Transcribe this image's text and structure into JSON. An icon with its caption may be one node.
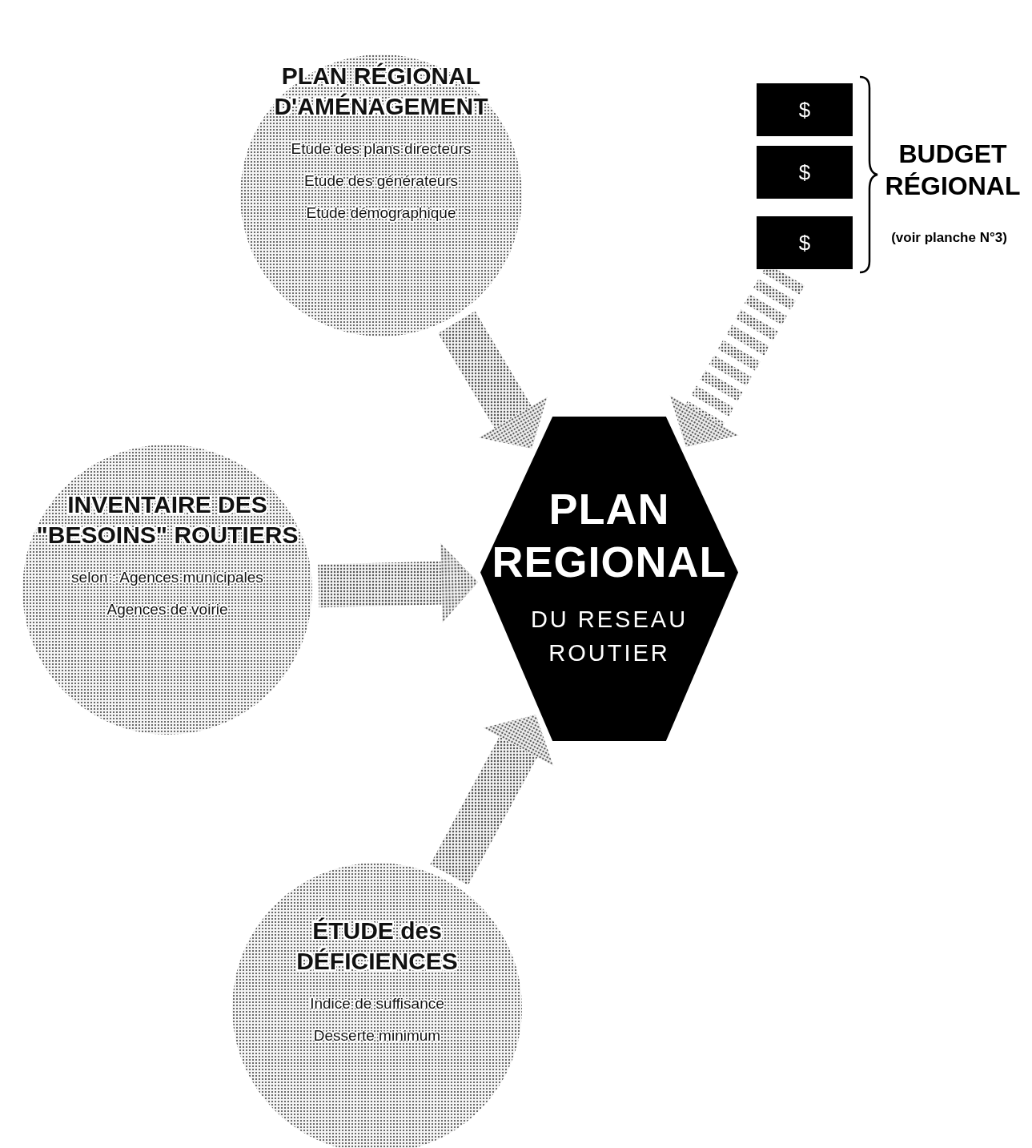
{
  "diagram": {
    "nodes": [
      {
        "text": [
          "PLAN RÉGIONAL D'AMÉNAGEMENT",
          "Etude des plans directeurs",
          "Etude des générateurs",
          "Etude démographique"
        ]
      },
      {
        "text": [
          "$"
        ]
      },
      {
        "text": [
          "$"
        ]
      },
      {
        "text": [
          "$"
        ]
      },
      {
        "text": [
          "PLAN REGIONAL",
          "DU RESEAU ROUTIER"
        ]
      },
      {
        "text": [
          "INVENTAIRE DES \"BESOINS\" ROUTIERS",
          "selon : Agences municipales",
          "Agences de voirie"
        ]
      },
      {
        "text": [
          "ÉTUDE des DÉFICIENCES",
          "Indice de suffisance",
          "Desserte minimum"
        ]
      }
    ],
    "edges": [
      {
        "from": 0,
        "to": 4,
        "arrow": "to"
      },
      {
        "from": 3,
        "to": 4,
        "arrow": "to",
        "style": "dashed"
      },
      {
        "from": 5,
        "to": 4,
        "arrow": "to"
      },
      {
        "from": 6,
        "to": 4,
        "arrow": "to"
      }
    ],
    "labels": [
      "BUDGET RÉGIONAL",
      "(voir planche N°3)"
    ]
  }
}
